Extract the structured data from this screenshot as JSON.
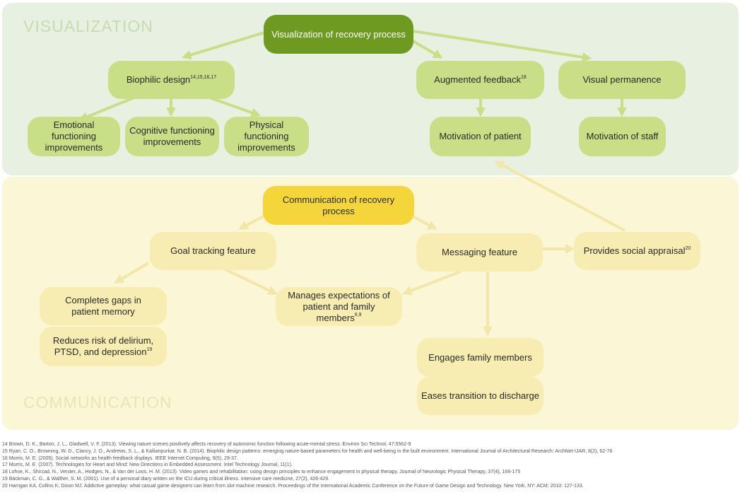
{
  "sections": {
    "visualization_title": "VISUALIZATION",
    "communication_title": "COMMUNICATION"
  },
  "nodes": {
    "vis_root": "Visualization of recovery process",
    "biophilic": {
      "label": "Biophilic design",
      "sup": "14,15,16,17"
    },
    "augmented": {
      "label": "Augmented feedback",
      "sup": "18"
    },
    "visual_permanence": "Visual permanence",
    "emotional": {
      "line1": "Emotional functioning",
      "line2": "improvements"
    },
    "cognitive": {
      "line1": "Cognitive functioning",
      "line2": "improvements"
    },
    "physical": {
      "line1": "Physical functioning",
      "line2": "improvements"
    },
    "motivation_patient": "Motivation of patient",
    "motivation_staff": "Motivation of staff",
    "com_root": "Communication of recovery process",
    "goal_tracking": "Goal tracking feature",
    "messaging": "Messaging feature",
    "social_appraisal": {
      "label": "Provides social appraisal",
      "sup": "20"
    },
    "gaps_memory": {
      "line1": "Completes gaps in",
      "line2": "patient memory"
    },
    "delirium": {
      "line1": "Reduces risk of delirium,",
      "line2": "PTSD, and depression",
      "sup": "19"
    },
    "expectations": {
      "line1": "Manages expectations of",
      "line2": "patient and family members",
      "sup": "6,9"
    },
    "engages_family": "Engages family members",
    "eases_transition": "Eases transition to discharge"
  },
  "references": [
    "14 Brown, D. K., Barton, J. L., Gladwell, V. F. (2013). Viewing nature scenes positively affects recovery of autonomic function following acute-mental stress. Environ Sci Technol, 47:5562-9",
    "15 Ryan, C. O., Browning, W. D., Clancy, J. O., Andrews, S. L., & Kallianpurkar, N. B. (2014). Biophilic design patterns: emerging nature-based parameters for health and well-being in the built environment. International Journal of Architectural Research: ArchNet-IJAR, 8(2), 62-76",
    "16 Morris, M. E. (2005). Social networks as health feedback displays. IEEE Internet Computing, 9(5), 29-37.",
    "17 Morris, M. E. (2007). Technologies for Heart and Mind: New Directions in Embedded Assessment. Intel Technology Journal, 11(1).",
    "18 Lohse, K., Shirzad, N., Verster, A., Hodges, N., & Van der Loos, H. M. (2013). Video games and rehabilitation: using design principles to enhance engagement in physical therapy. Journal of Neurologic Physical Therapy, 37(4), 166-175",
    "19 Bäckman, C. G., & Walther, S. M. (2001). Use of a personal diary written on the ICU during critical illness. Intensive care medicine, 27(2), 426-429.",
    "20 Harrigan KA, Collins K, Dixon MJ. Addictive gameplay: what casual game designers can learn from slot machine research. Proceedings of the International Academic Conference on the Future of Game Design and Technology. New York, NY: ACM; 2010: 127-133."
  ],
  "colors": {
    "green_light": "#c8df88",
    "green_dark": "#6f9a22",
    "yellow_light": "#f7ecb2",
    "yellow_dark": "#f4d63a",
    "vis_panel": "#e8f1e1",
    "com_panel": "#fbf6d5"
  }
}
